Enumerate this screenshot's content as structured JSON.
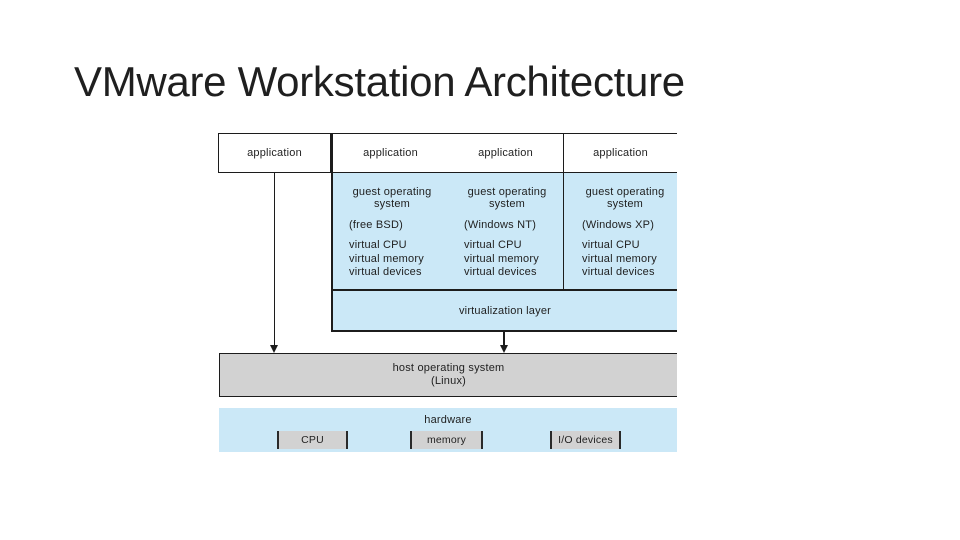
{
  "slide": {
    "title": "VMware Workstation Architecture"
  },
  "diagram": {
    "host_application_label": "application",
    "vms": [
      {
        "application": "application",
        "os_label": "guest operating system",
        "os_name": "(free BSD)",
        "resources": [
          "virtual CPU",
          "virtual memory",
          "virtual devices"
        ]
      },
      {
        "application": "application",
        "os_label": "guest operating system",
        "os_name": "(Windows NT)",
        "resources": [
          "virtual CPU",
          "virtual memory",
          "virtual devices"
        ]
      },
      {
        "application": "application",
        "os_label": "guest operating system",
        "os_name": "(Windows XP)",
        "resources": [
          "virtual CPU",
          "virtual memory",
          "virtual devices"
        ]
      }
    ],
    "virtualization_layer_label": "virtualization layer",
    "host_os": {
      "label": "host operating system",
      "detail": "(Linux)"
    },
    "hardware": {
      "label": "hardware",
      "components": [
        "CPU",
        "memory",
        "I/O devices"
      ]
    },
    "colors": {
      "vm_fill": "#cbe8f7",
      "host_fill": "#d2d2d2",
      "line": "#1c1c1c"
    }
  }
}
